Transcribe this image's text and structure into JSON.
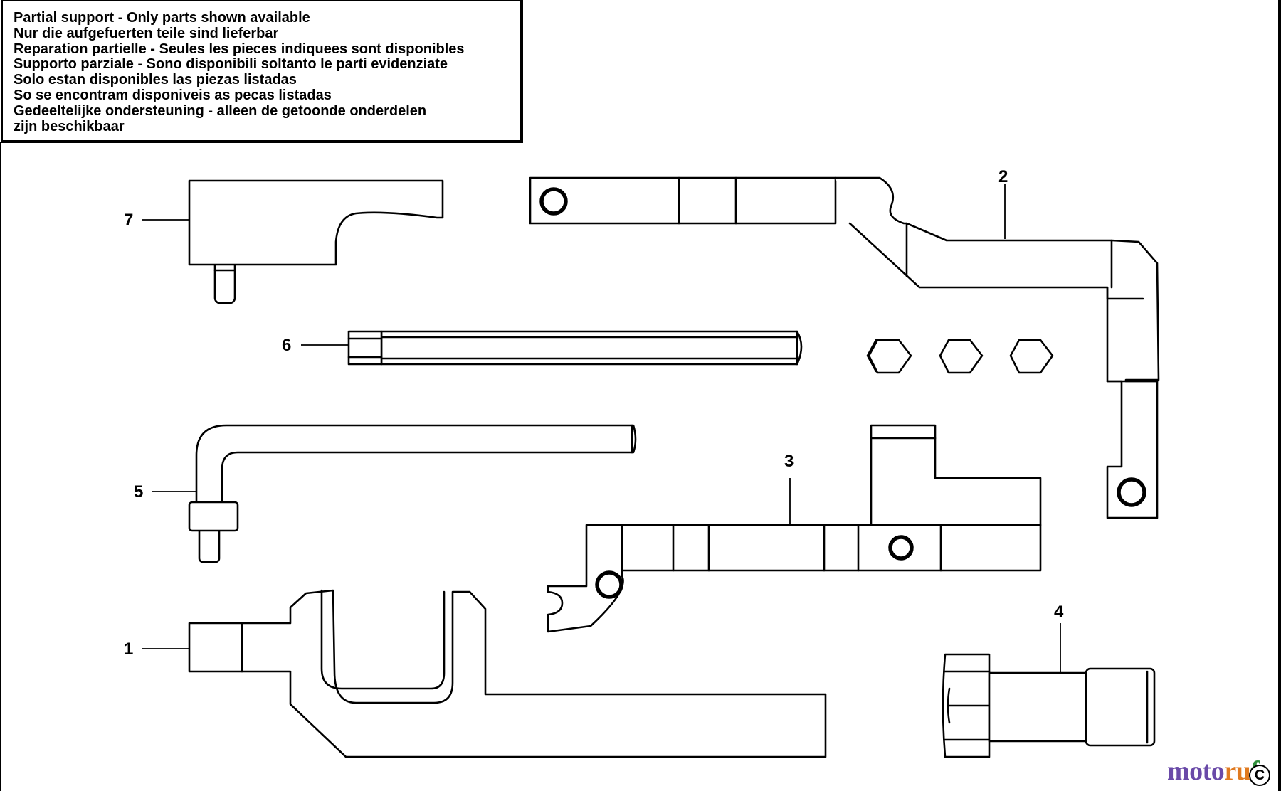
{
  "notice": {
    "lines": [
      "Partial support - Only parts shown available",
      "Nur die aufgefuerten teile sind lieferbar",
      "Reparation partielle - Seules les pieces indiquees sont disponibles",
      "Supporto parziale - Sono disponibili soltanto le parti evidenziate",
      "Solo estan disponibles las piezas listadas",
      "So se encontram disponiveis as pecas listadas",
      "Gedeeltelijke ondersteuning - alleen de getoonde onderdelen",
      "zijn beschikbaar"
    ]
  },
  "callouts": {
    "part1": "1",
    "part2": "2",
    "part3": "3",
    "part4": "4",
    "part5": "5",
    "part6": "6",
    "part7": "7"
  },
  "watermark": {
    "part1": "moto",
    "part2": "ru",
    "part3": "f",
    "colors": [
      "#6a4aa8",
      "#e07a20",
      "#2f8f3a"
    ]
  },
  "corner_mark": "C"
}
